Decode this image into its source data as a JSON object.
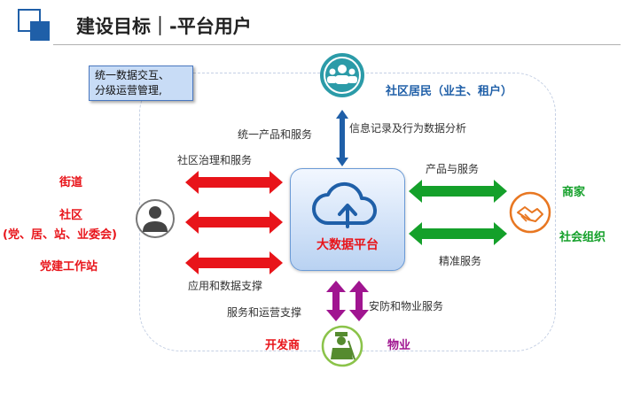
{
  "header": {
    "title": "建设目标｜-平台用户"
  },
  "note": {
    "line1": "统一数据交互、",
    "line2": "分级运营管理,"
  },
  "platform": {
    "label": "大数据平台"
  },
  "top": {
    "residents_label": "社区居民（业主、租户）",
    "left_label": "统一产品和服务",
    "right_label": "信息记录及行为数据分析"
  },
  "left": {
    "top_arrow_label": "社区治理和服务",
    "bottom_arrow_label": "应用和数据支撑",
    "entities": [
      "街道",
      "社区",
      "(党、居、站、业委会)",
      "党建工作站"
    ]
  },
  "right": {
    "top_arrow_label": "产品与服务",
    "bottom_arrow_label": "精准服务",
    "merchant_label": "商家",
    "social_org_label": "社会组织"
  },
  "bottom": {
    "left_label": "服务和运营支撑",
    "right_label": "安防和物业服务",
    "developer_label": "开发商",
    "property_label": "物业"
  },
  "icons": {
    "residents": "people-group-icon",
    "person": "person-icon",
    "handshake": "handshake-icon",
    "worker": "worker-icon",
    "cloud_upload": "cloud-upload-icon"
  },
  "colors": {
    "accent_blue": "#1f5fa8",
    "red": "#e8141a",
    "green": "#14a02a",
    "purple": "#a01590",
    "teal": "#2b9ba8",
    "orange": "#e87722"
  }
}
